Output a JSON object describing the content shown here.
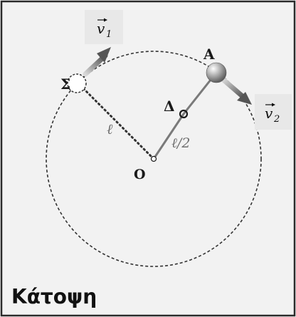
{
  "diagram": {
    "labels": {
      "sigma": "Σ",
      "point_a": "A",
      "point_delta": "Δ",
      "center": "O",
      "length_full": "ℓ",
      "length_half": "ℓ/2",
      "v1_base": "v",
      "v1_sub": "1",
      "v2_base": "v",
      "v2_sub": "2",
      "caption": "Κάτοψη"
    },
    "colors": {
      "background": "#f2f2f2",
      "border": "#2a2a2a",
      "circle": "#333333",
      "rod": "#7a7a7a",
      "label_box": "#e8e8e8",
      "arrow": "#555555"
    },
    "icons": {
      "ball": "gray-sphere-icon",
      "empty_ball": "white-circle-icon",
      "pivot": "pivot-dot-icon",
      "velocity": "arrow-icon"
    }
  }
}
